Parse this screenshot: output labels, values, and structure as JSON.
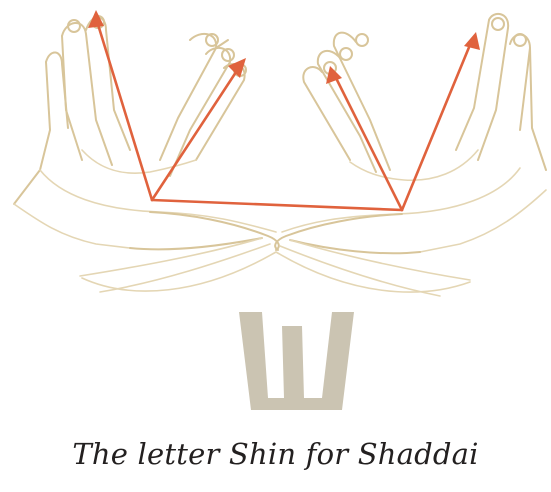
{
  "caption": "The letter Shin for Shaddai",
  "colors": {
    "hand_outline": "#d8c59a",
    "arrows": "#e0623d",
    "shin_letter": "#cbc4b2",
    "caption_text": "#232020"
  },
  "elements": {
    "left_hand": "hand-illustration",
    "right_hand": "hand-illustration",
    "arrows": "direction-arrows",
    "letter": "hebrew-letter-shin"
  }
}
